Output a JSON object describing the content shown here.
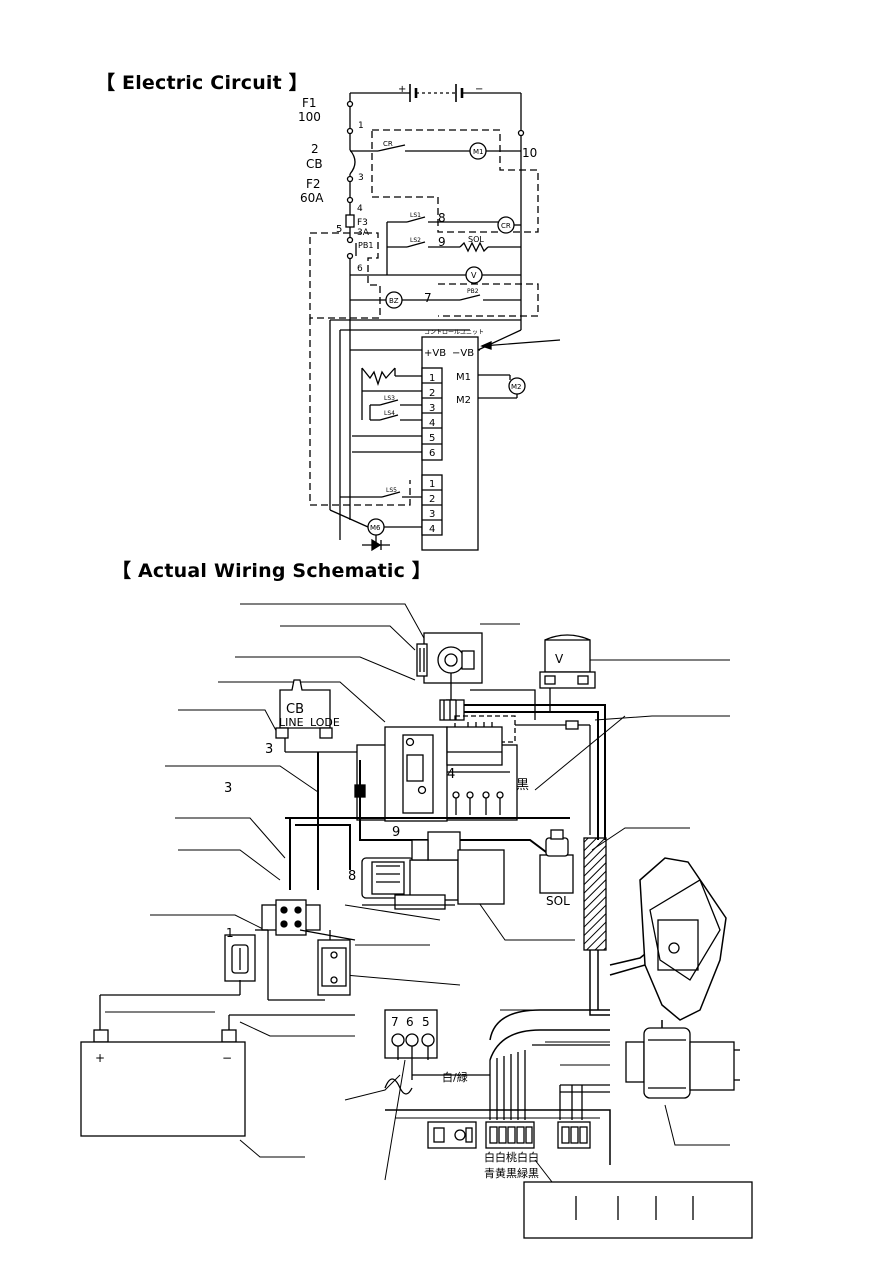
{
  "headings": {
    "electric_circuit": "【 Electric Circuit 】",
    "actual_wiring": "【 Actual Wiring Schematic 】"
  },
  "circuit": {
    "battery_plus": "+",
    "battery_minus": "−",
    "f1_label": "F1",
    "f1_value": "100",
    "node1": "1",
    "node2": "2",
    "cb_label": "CB",
    "node3": "3",
    "f2_label": "F2",
    "f2_value": "60A",
    "node4": "4",
    "node5": "5",
    "f3_label": "F3",
    "f3_value": "3A",
    "pb1": "PB1",
    "node6": "6",
    "node7": "7",
    "node8": "8",
    "node9": "9",
    "node10": "10",
    "cr_switch": "CR",
    "m1": "M1",
    "ls1": "LS1",
    "cr_coil": "CR",
    "ls2": "LS2",
    "sol": "SOL",
    "voltmeter": "V",
    "bz": "BZ",
    "pb2": "PB2",
    "control_unit": "コントロールユニット",
    "plus_vb": "+VB",
    "minus_vb": "−VB",
    "out_m1": "M1",
    "out_m2": "M2",
    "motor_m2": "M2",
    "ls3": "LS3",
    "ls4": "LS4",
    "ls5": "LS5",
    "m6": "M6",
    "upper_pins": [
      "1",
      "2",
      "3",
      "4",
      "5",
      "6"
    ],
    "lower_pins": [
      "1",
      "2",
      "3",
      "4"
    ]
  },
  "wiring": {
    "cb_label": "CB",
    "line_label": "LINE",
    "lode_label": "LODE",
    "num3_cb": "3",
    "num3_side": "3",
    "num4": "4",
    "num9": "9",
    "num8": "8",
    "num1": "1",
    "black_kanji": "黒",
    "sol_label": "SOL",
    "v_label": "V",
    "battery_plus": "+",
    "battery_minus": "−",
    "terminal7": "7",
    "terminal6": "6",
    "terminal5": "5",
    "white_green": "白/緑",
    "colors_row1": "白白桃白白",
    "colors_row2": "青黄黒緑黒"
  }
}
